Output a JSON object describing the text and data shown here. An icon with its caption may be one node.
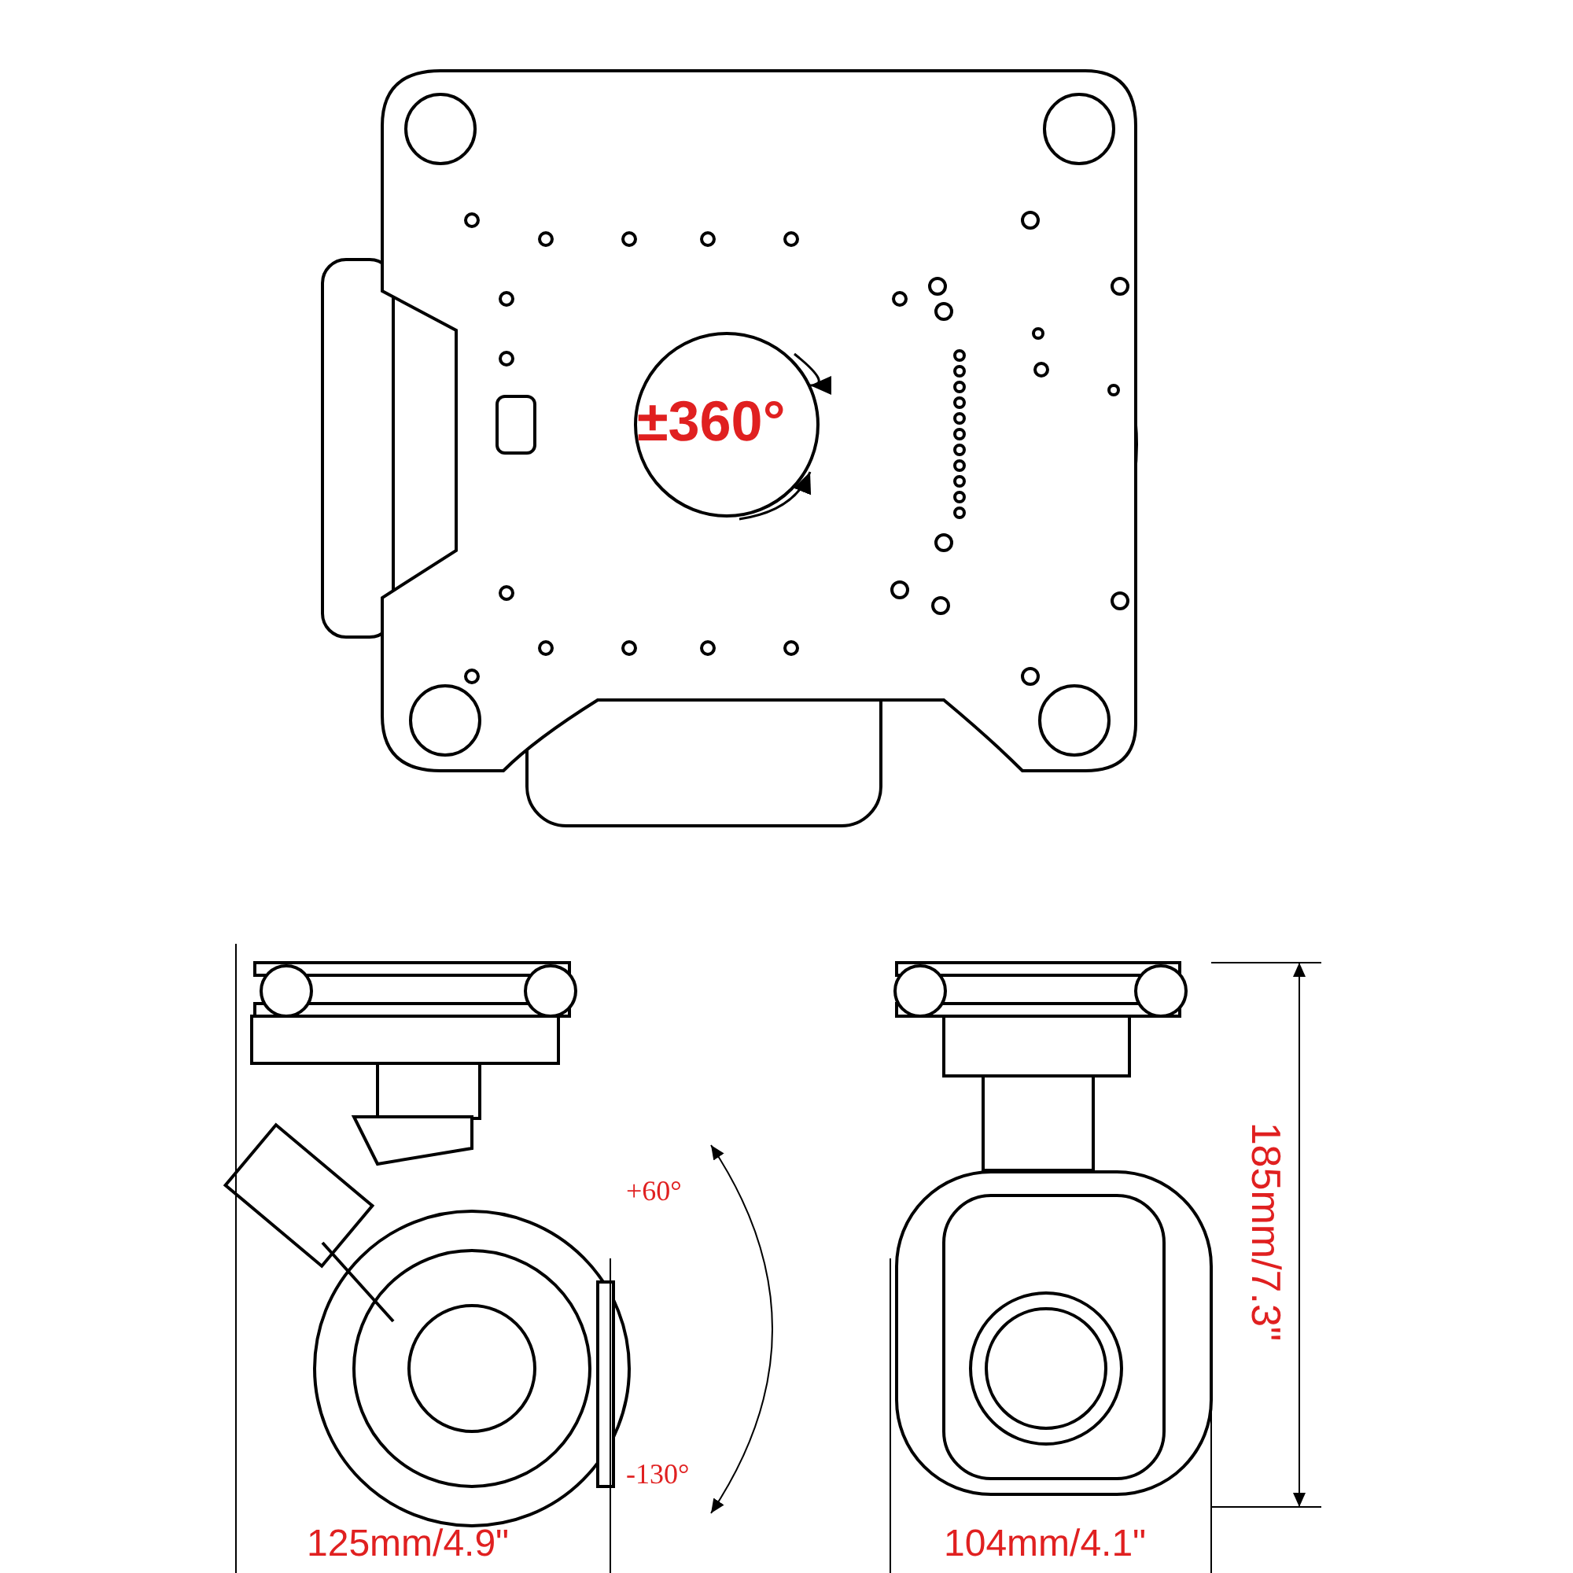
{
  "diagram": {
    "labels": [
      "±360°",
      "+60°",
      "-130°",
      "185mm/7.3\"",
      "125mm/4.9\"",
      "104mm/4.1\""
    ]
  }
}
